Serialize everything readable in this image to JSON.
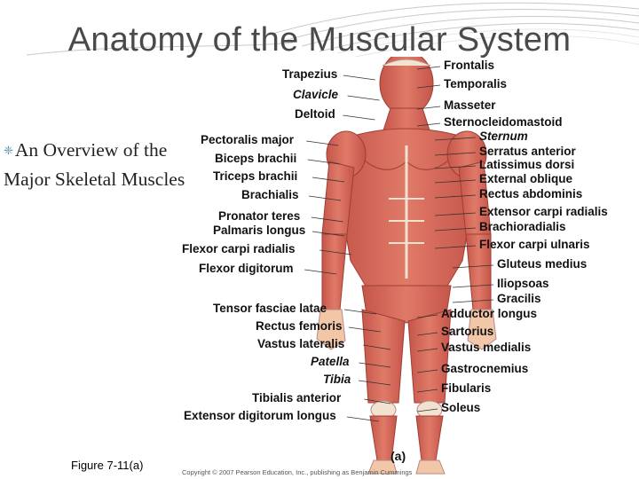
{
  "slide": {
    "title": "Anatomy of the Muscular System",
    "bullet": "An Overview of the Major Skeletal Muscles",
    "figure_caption": "Figure 7-11(a)",
    "panel_letter": "(a)",
    "copyright": "Copyright © 2007 Pearson Education, Inc., publishing as Benjamin Cummings"
  },
  "labels_left": [
    {
      "text": "Trapezius",
      "italic": false
    },
    {
      "text": "Clavicle",
      "italic": true
    },
    {
      "text": "Deltoid",
      "italic": false
    },
    {
      "text": "Pectoralis major",
      "italic": false
    },
    {
      "text": "Biceps brachii",
      "italic": false
    },
    {
      "text": "Triceps brachii",
      "italic": false
    },
    {
      "text": "Brachialis",
      "italic": false
    },
    {
      "text": "Pronator teres",
      "italic": false
    },
    {
      "text": "Palmaris longus",
      "italic": false
    },
    {
      "text": "Flexor carpi radialis",
      "italic": false
    },
    {
      "text": "Flexor digitorum",
      "italic": false
    },
    {
      "text": "Tensor fasciae latae",
      "italic": false
    },
    {
      "text": "Rectus femoris",
      "italic": false
    },
    {
      "text": "Vastus lateralis",
      "italic": false
    },
    {
      "text": "Patella",
      "italic": true
    },
    {
      "text": "Tibia",
      "italic": true
    },
    {
      "text": "Tibialis anterior",
      "italic": false
    },
    {
      "text": "Extensor digitorum longus",
      "italic": false
    }
  ],
  "labels_right": [
    {
      "text": "Frontalis",
      "italic": false
    },
    {
      "text": "Temporalis",
      "italic": false
    },
    {
      "text": "Masseter",
      "italic": false
    },
    {
      "text": "Sternocleidomastoid",
      "italic": false
    },
    {
      "text": "Sternum",
      "italic": true
    },
    {
      "text": "Serratus anterior",
      "italic": false
    },
    {
      "text": "Latissimus dorsi",
      "italic": false
    },
    {
      "text": "External oblique",
      "italic": false
    },
    {
      "text": "Rectus abdominis",
      "italic": false
    },
    {
      "text": "Extensor carpi radialis",
      "italic": false
    },
    {
      "text": "Brachioradialis",
      "italic": false
    },
    {
      "text": "Flexor carpi ulnaris",
      "italic": false
    },
    {
      "text": "Gluteus medius",
      "italic": false
    },
    {
      "text": "Iliopsoas",
      "italic": false
    },
    {
      "text": "Gracilis",
      "italic": false
    },
    {
      "text": "Adductor longus",
      "italic": false
    },
    {
      "text": "Sartorius",
      "italic": false
    },
    {
      "text": "Vastus medialis",
      "italic": false
    },
    {
      "text": "Gastrocnemius",
      "italic": false
    },
    {
      "text": "Fibularis",
      "italic": false
    },
    {
      "text": "Soleus",
      "italic": false
    }
  ],
  "colors": {
    "muscle": "#d9685a",
    "muscle_dark": "#b04a3e",
    "tendon": "#f1e3cf",
    "skin": "#f2c7a8",
    "leader": "#333333",
    "decor": "#c9c9c9",
    "bullet": "#5b8fb0"
  },
  "icons": {
    "bullet": "bullet-icon"
  }
}
